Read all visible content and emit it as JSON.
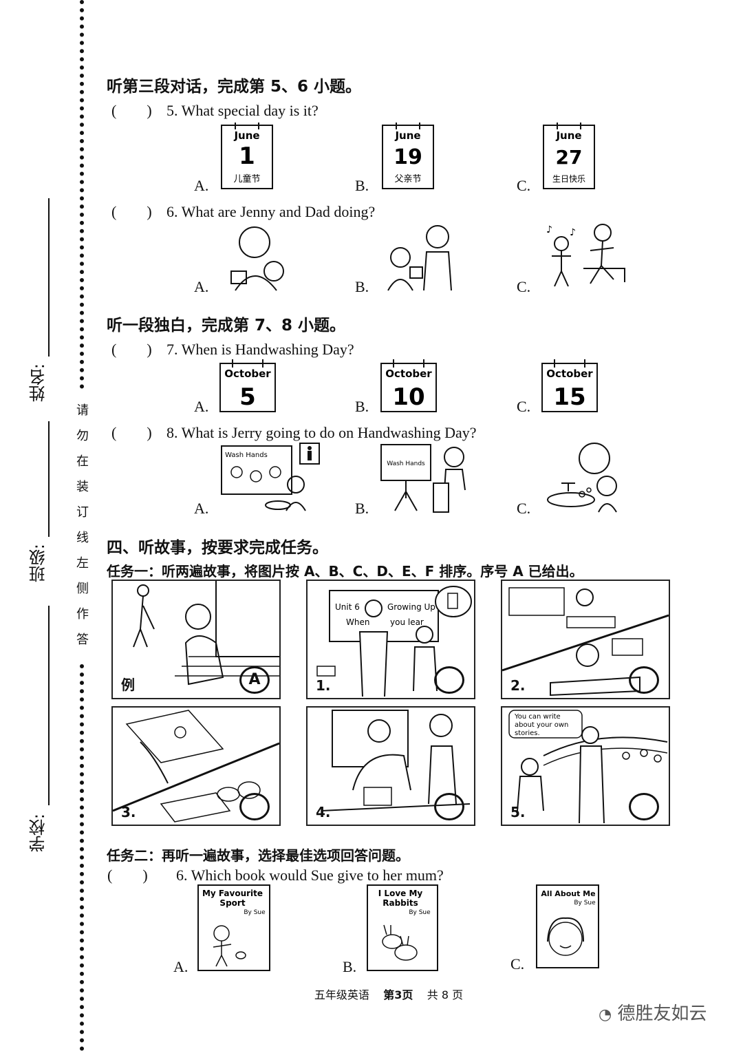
{
  "margin": {
    "name_label": "姓名:",
    "class_label": "班级:",
    "school_label": "学校:",
    "note_chars": [
      "请",
      "勿",
      "在",
      "装",
      "订",
      "线",
      "左",
      "侧",
      "作",
      "答"
    ]
  },
  "section3": {
    "heading": "听第三段对话，完成第 5、6 小题。",
    "q5": {
      "paren": "(　　)",
      "text": "5. What special day is it?",
      "options": [
        {
          "letter": "A.",
          "month": "June",
          "day": "1",
          "caption": "儿童节"
        },
        {
          "letter": "B.",
          "month": "June",
          "day": "19",
          "caption": "父亲节"
        },
        {
          "letter": "C.",
          "month": "June",
          "day": "27",
          "caption": "生日快乐"
        }
      ]
    },
    "q6": {
      "paren": "(　　)",
      "text": "6. What are Jenny and Dad doing?",
      "options": [
        "A.",
        "B.",
        "C."
      ]
    }
  },
  "section_mono": {
    "heading": "听一段独白，完成第 7、8 小题。",
    "q7": {
      "paren": "(　　)",
      "text": "7. When is Handwashing Day?",
      "options": [
        {
          "letter": "A.",
          "month": "October",
          "day": "5"
        },
        {
          "letter": "B.",
          "month": "October",
          "day": "10"
        },
        {
          "letter": "C.",
          "month": "October",
          "day": "15"
        }
      ]
    },
    "q8": {
      "paren": "(　　)",
      "text": "8. What is Jerry going to do on Handwashing Day?",
      "poster_text": "Wash Hands",
      "screen_text": "Wash Hands",
      "options": [
        "A.",
        "B.",
        "C."
      ]
    }
  },
  "section4": {
    "heading": "四、听故事，按要求完成任务。",
    "task1": "任务一：听两遍故事，将图片按 A、B、C、D、E、F 排序。序号 A 已给出。",
    "panels": [
      {
        "num": "例",
        "answer": "A"
      },
      {
        "num": "1.",
        "answer": "",
        "board_left": "Unit 6",
        "board_right": "Growing Up",
        "board_bottom_left": "When",
        "board_bottom_right": "you lear"
      },
      {
        "num": "2.",
        "answer": ""
      },
      {
        "num": "3.",
        "answer": ""
      },
      {
        "num": "4.",
        "answer": ""
      },
      {
        "num": "5.",
        "answer": "",
        "bubble": [
          "You can write",
          "about your own",
          "stories."
        ]
      }
    ],
    "task2": "任务二：再听一遍故事，选择最佳选项回答问题。",
    "q6": {
      "paren": "(　　)",
      "text": "6. Which book would Sue give to her mum?",
      "books": [
        {
          "letter": "A.",
          "title": [
            "My Favourite",
            "Sport"
          ],
          "author": "By Sue"
        },
        {
          "letter": "B.",
          "title": [
            "I Love My",
            "Rabbits"
          ],
          "author": "By Sue"
        },
        {
          "letter": "C.",
          "title": [
            "All About Me"
          ],
          "author": "By Sue"
        }
      ]
    }
  },
  "footer": {
    "subject": "五年级英语",
    "page": "第3页",
    "total": "共 8 页"
  },
  "watermark": "德胜友如云"
}
